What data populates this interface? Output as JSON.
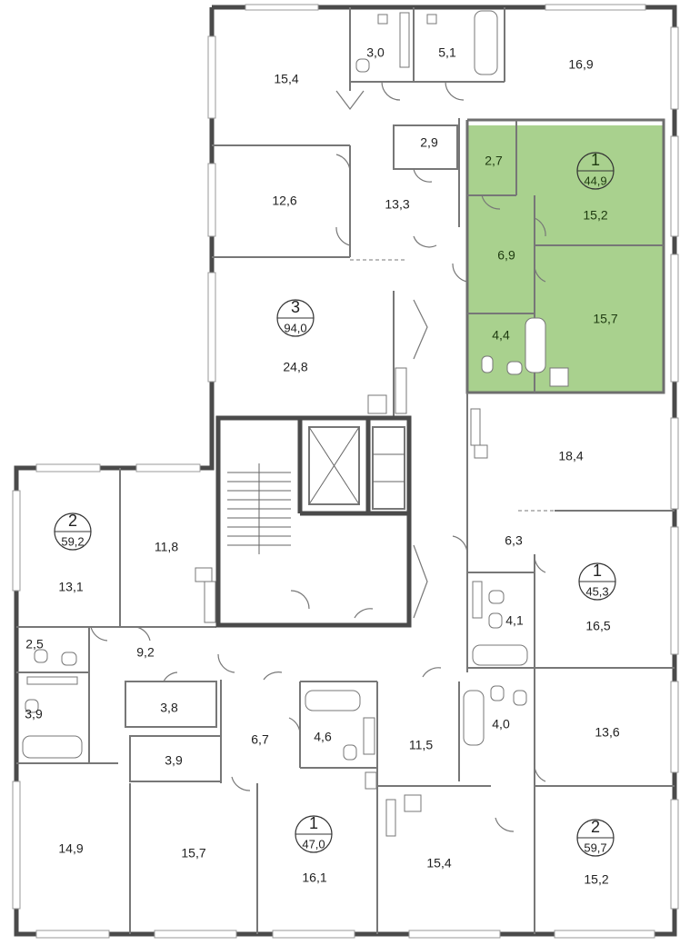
{
  "highlight_color": "#a9d18e",
  "apartments": [
    {
      "id": "apt-3",
      "rooms": "3",
      "area": "94,0"
    },
    {
      "id": "apt-1-highlight",
      "rooms": "1",
      "area": "44,9"
    },
    {
      "id": "apt-2-left",
      "rooms": "2",
      "area": "59,2"
    },
    {
      "id": "apt-1-right",
      "rooms": "1",
      "area": "45,3"
    },
    {
      "id": "apt-1-bottom",
      "rooms": "1",
      "area": "47,0"
    },
    {
      "id": "apt-2-right",
      "rooms": "2",
      "area": "59,7"
    }
  ],
  "rooms": [
    "15,4",
    "3,0",
    "5,1",
    "16,9",
    "2,9",
    "12,6",
    "13,3",
    "24,8",
    "2,7",
    "15,2",
    "6,9",
    "4,4",
    "15,7",
    "18,4",
    "6,3",
    "4,1",
    "16,5",
    "13,1",
    "11,8",
    "2,5",
    "9,2",
    "3,9",
    "3,8",
    "3,9",
    "6,7",
    "4,6",
    "11,5",
    "4,0",
    "13,6",
    "14,9",
    "15,7",
    "16,1",
    "15,4",
    "15,2"
  ]
}
